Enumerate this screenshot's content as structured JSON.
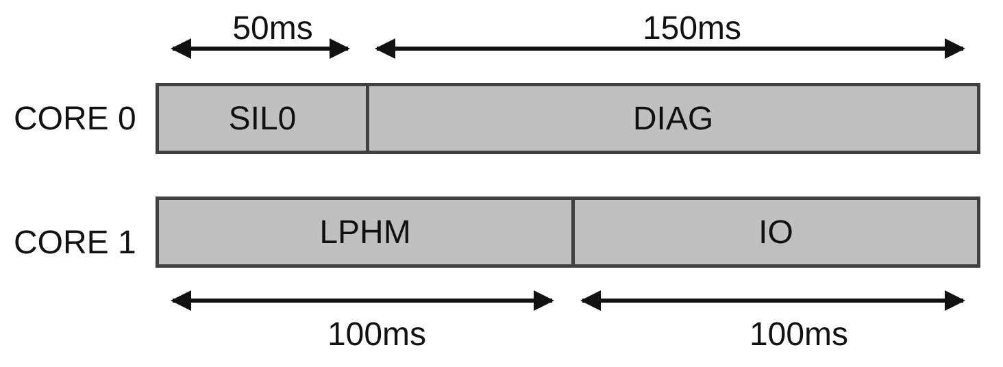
{
  "cores": [
    {
      "label": "CORE 0",
      "segments": [
        {
          "label": "SIL0"
        },
        {
          "label": "DIAG"
        }
      ]
    },
    {
      "label": "CORE 1",
      "segments": [
        {
          "label": "LPHM"
        },
        {
          "label": "IO"
        }
      ]
    }
  ],
  "durations": {
    "top": [
      "50ms",
      "150ms"
    ],
    "bottom": [
      "100ms",
      "100ms"
    ]
  },
  "colors": {
    "segment_fill": "#c0c0c0",
    "segment_border": "#404040",
    "arrow": "#111111"
  }
}
